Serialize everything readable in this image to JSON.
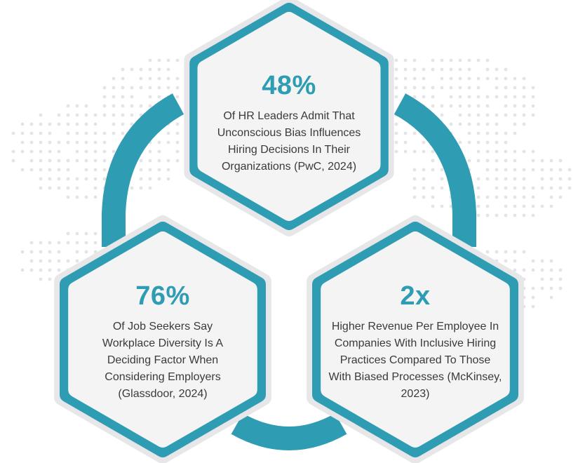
{
  "colors": {
    "accent": "#2e9cb3",
    "accent_dark": "#2388a0",
    "text": "#3a3a3a",
    "hex_fill": "#f4f4f5",
    "dots": "#e4e4e6"
  },
  "stats": [
    {
      "value": "48%",
      "description": "Of HR Leaders Admit That Unconscious Bias Influences Hiring Decisions In Their Organizations (PwC, 2024)"
    },
    {
      "value": "76%",
      "description": "Of Job Seekers Say Workplace Diversity Is A Deciding Factor When Considering Employers (Glassdoor, 2024)"
    },
    {
      "value": "2x",
      "description": "Higher Revenue Per Employee In Companies With Inclusive Hiring Practices Compared To Those With Biased Processes (McKinsey, 2023)"
    }
  ]
}
